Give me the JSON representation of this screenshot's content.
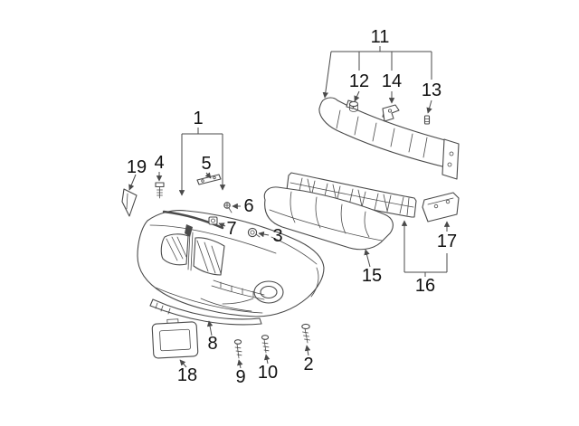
{
  "colors": {
    "line": "#4a4a4a",
    "background": "#ffffff",
    "text": "#111111"
  },
  "callouts": [
    {
      "label": "1"
    },
    {
      "label": "2"
    },
    {
      "label": "3"
    },
    {
      "label": "4"
    },
    {
      "label": "5"
    },
    {
      "label": "6"
    },
    {
      "label": "7"
    },
    {
      "label": "8"
    },
    {
      "label": "9"
    },
    {
      "label": "10"
    },
    {
      "label": "11"
    },
    {
      "label": "12"
    },
    {
      "label": "13"
    },
    {
      "label": "14"
    },
    {
      "label": "15"
    },
    {
      "label": "16"
    },
    {
      "label": "17"
    },
    {
      "label": "18"
    },
    {
      "label": "19"
    }
  ]
}
